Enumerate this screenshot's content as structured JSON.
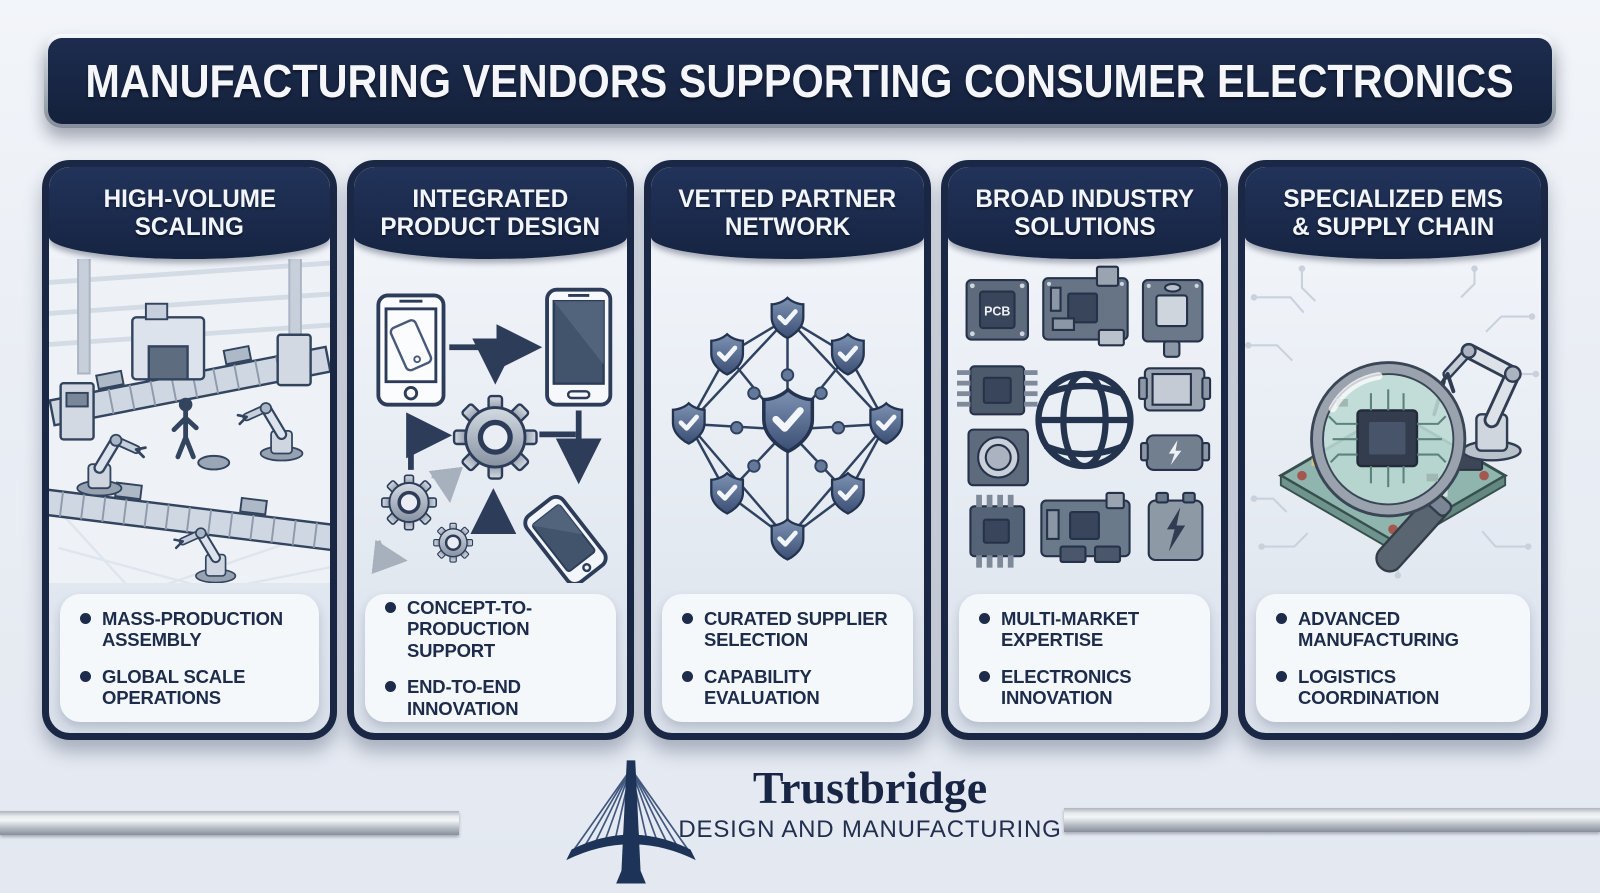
{
  "title": "MANUFACTURING VENDORS SUPPORTING CONSUMER ELECTRONICS",
  "cards": [
    {
      "title_line1": "HIGH-VOLUME",
      "title_line2": "SCALING",
      "illustration": "factory-automation-illustration",
      "bullets": [
        "MASS-PRODUCTION ASSEMBLY",
        "GLOBAL SCALE OPERATIONS"
      ]
    },
    {
      "title_line1": "INTEGRATED",
      "title_line2": "PRODUCT DESIGN",
      "illustration": "design-flow-illustration",
      "bullets": [
        "CONCEPT-TO-PRODUCTION SUPPORT",
        "END-TO-END INNOVATION"
      ]
    },
    {
      "title_line1": "VETTED PARTNER",
      "title_line2": "NETWORK",
      "illustration": "shield-network-illustration",
      "bullets": [
        "CURATED SUPPLIER SELECTION",
        "CAPABILITY EVALUATION"
      ]
    },
    {
      "title_line1": "BROAD INDUSTRY",
      "title_line2": "SOLUTIONS",
      "illustration": "electronics-components-illustration",
      "pcb_label": "PCB",
      "bullets": [
        "MULTI-MARKET EXPERTISE",
        "ELECTRONICS INNOVATION"
      ]
    },
    {
      "title_line1": "SPECIALIZED EMS",
      "title_line2": "& SUPPLY CHAIN",
      "illustration": "pcb-inspection-illustration",
      "bullets": [
        "ADVANCED MANUFACTURING",
        "LOGISTICS COORDINATION"
      ]
    }
  ],
  "footer": {
    "brand": "Trustbridge",
    "tagline": "DESIGN AND MANUFACTURING",
    "logo": "bridge-icon"
  },
  "colors": {
    "navy": "#1b2845",
    "banner_navy": "#162442",
    "panel_bg": "#f5f8fb",
    "page_bg": "#e9edf4",
    "text_navy": "#1d2c4a",
    "metal_light": "#f4f6f8",
    "metal_dark": "#878f9a",
    "pcb_green": "#8fb5ae"
  }
}
